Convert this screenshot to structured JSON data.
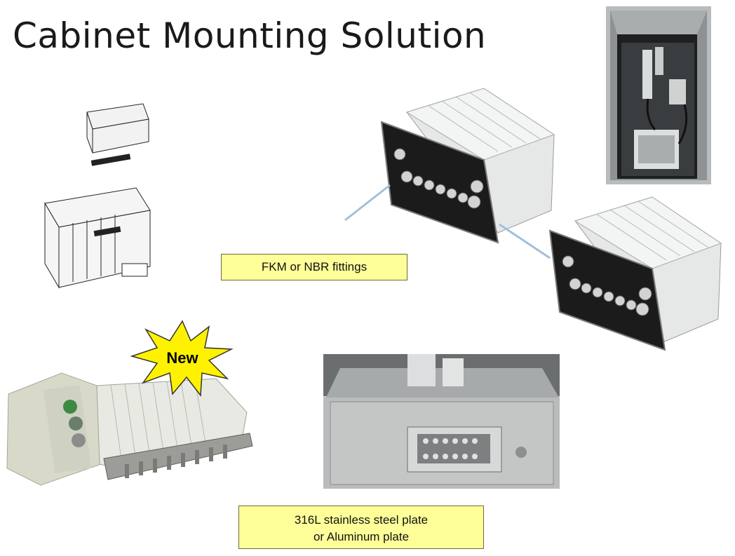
{
  "slide": {
    "title": "Cabinet Mounting Solution",
    "callouts": {
      "fittings": "FKM or NBR fittings",
      "plate_line1": "316L stainless steel plate",
      "plate_line2": "or Aluminum plate"
    },
    "badge": "New"
  }
}
